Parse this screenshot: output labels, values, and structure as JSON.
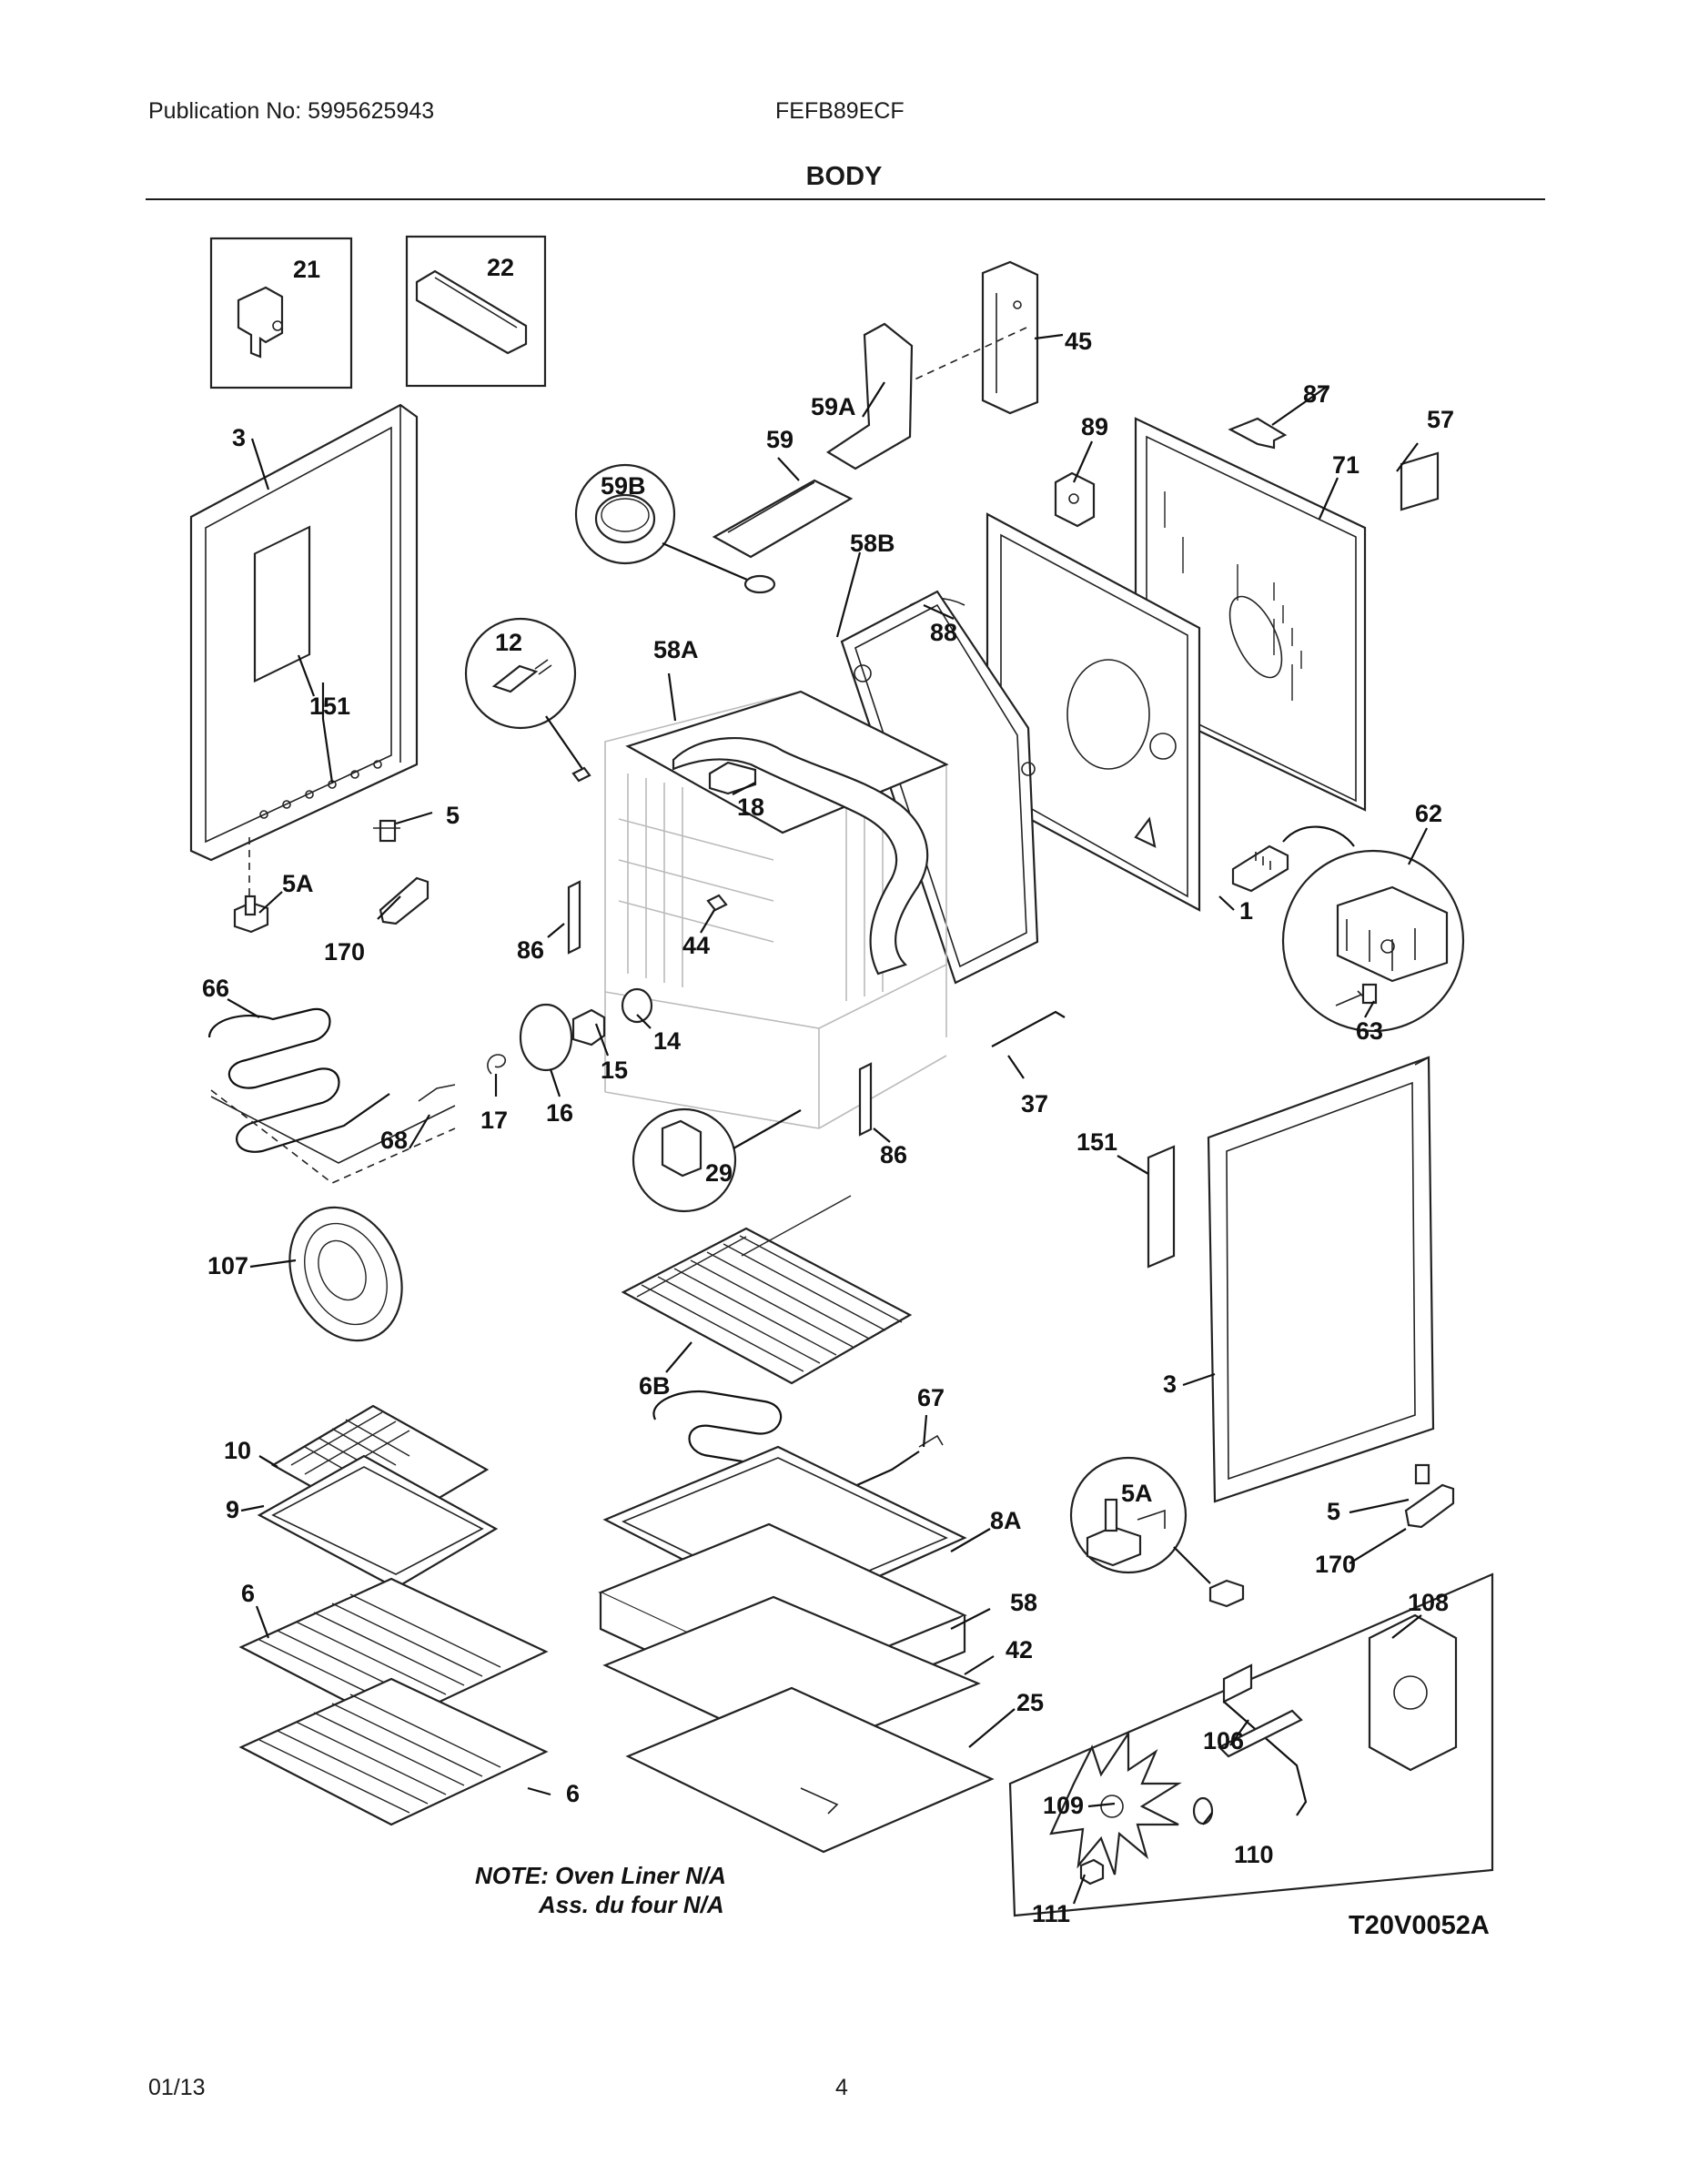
{
  "header": {
    "publication": "Publication No: 5995625943",
    "model": "FEFB89ECF",
    "title": "BODY"
  },
  "diagram": {
    "code": "T20V0052A",
    "note_line1": "NOTE: Oven Liner N/A",
    "note_line2": "Ass. du four N/A",
    "labels": {
      "p21": "21",
      "p22": "22",
      "p45": "45",
      "p59a": "59A",
      "p87": "87",
      "p57": "57",
      "p3a": "3",
      "p59": "59",
      "p89": "89",
      "p71": "71",
      "p59b": "59B",
      "p58b": "58B",
      "p88": "88",
      "p12": "12",
      "p58a": "58A",
      "p151a": "151",
      "p18": "18",
      "p5a": "5",
      "p62": "62",
      "p5aa": "5A",
      "p170a": "170",
      "p86a": "86",
      "p44": "44",
      "p1": "1",
      "p66": "66",
      "p14": "14",
      "p63": "63",
      "p15": "15",
      "p37": "37",
      "p17": "17",
      "p16": "16",
      "p68": "68",
      "p86b": "86",
      "p29": "29",
      "p151b": "151",
      "p107": "107",
      "p6b": "6B",
      "p67": "67",
      "p3b": "3",
      "p10": "10",
      "p9": "9",
      "p8a": "8A",
      "p5ab": "5A",
      "p5b": "5",
      "p170b": "170",
      "p6a": "6",
      "p58": "58",
      "p108": "108",
      "p42": "42",
      "p25": "25",
      "p106": "106",
      "p109": "109",
      "p110": "110",
      "p6c": "6",
      "p111": "111"
    }
  },
  "footer": {
    "date": "01/13",
    "page": "4"
  }
}
